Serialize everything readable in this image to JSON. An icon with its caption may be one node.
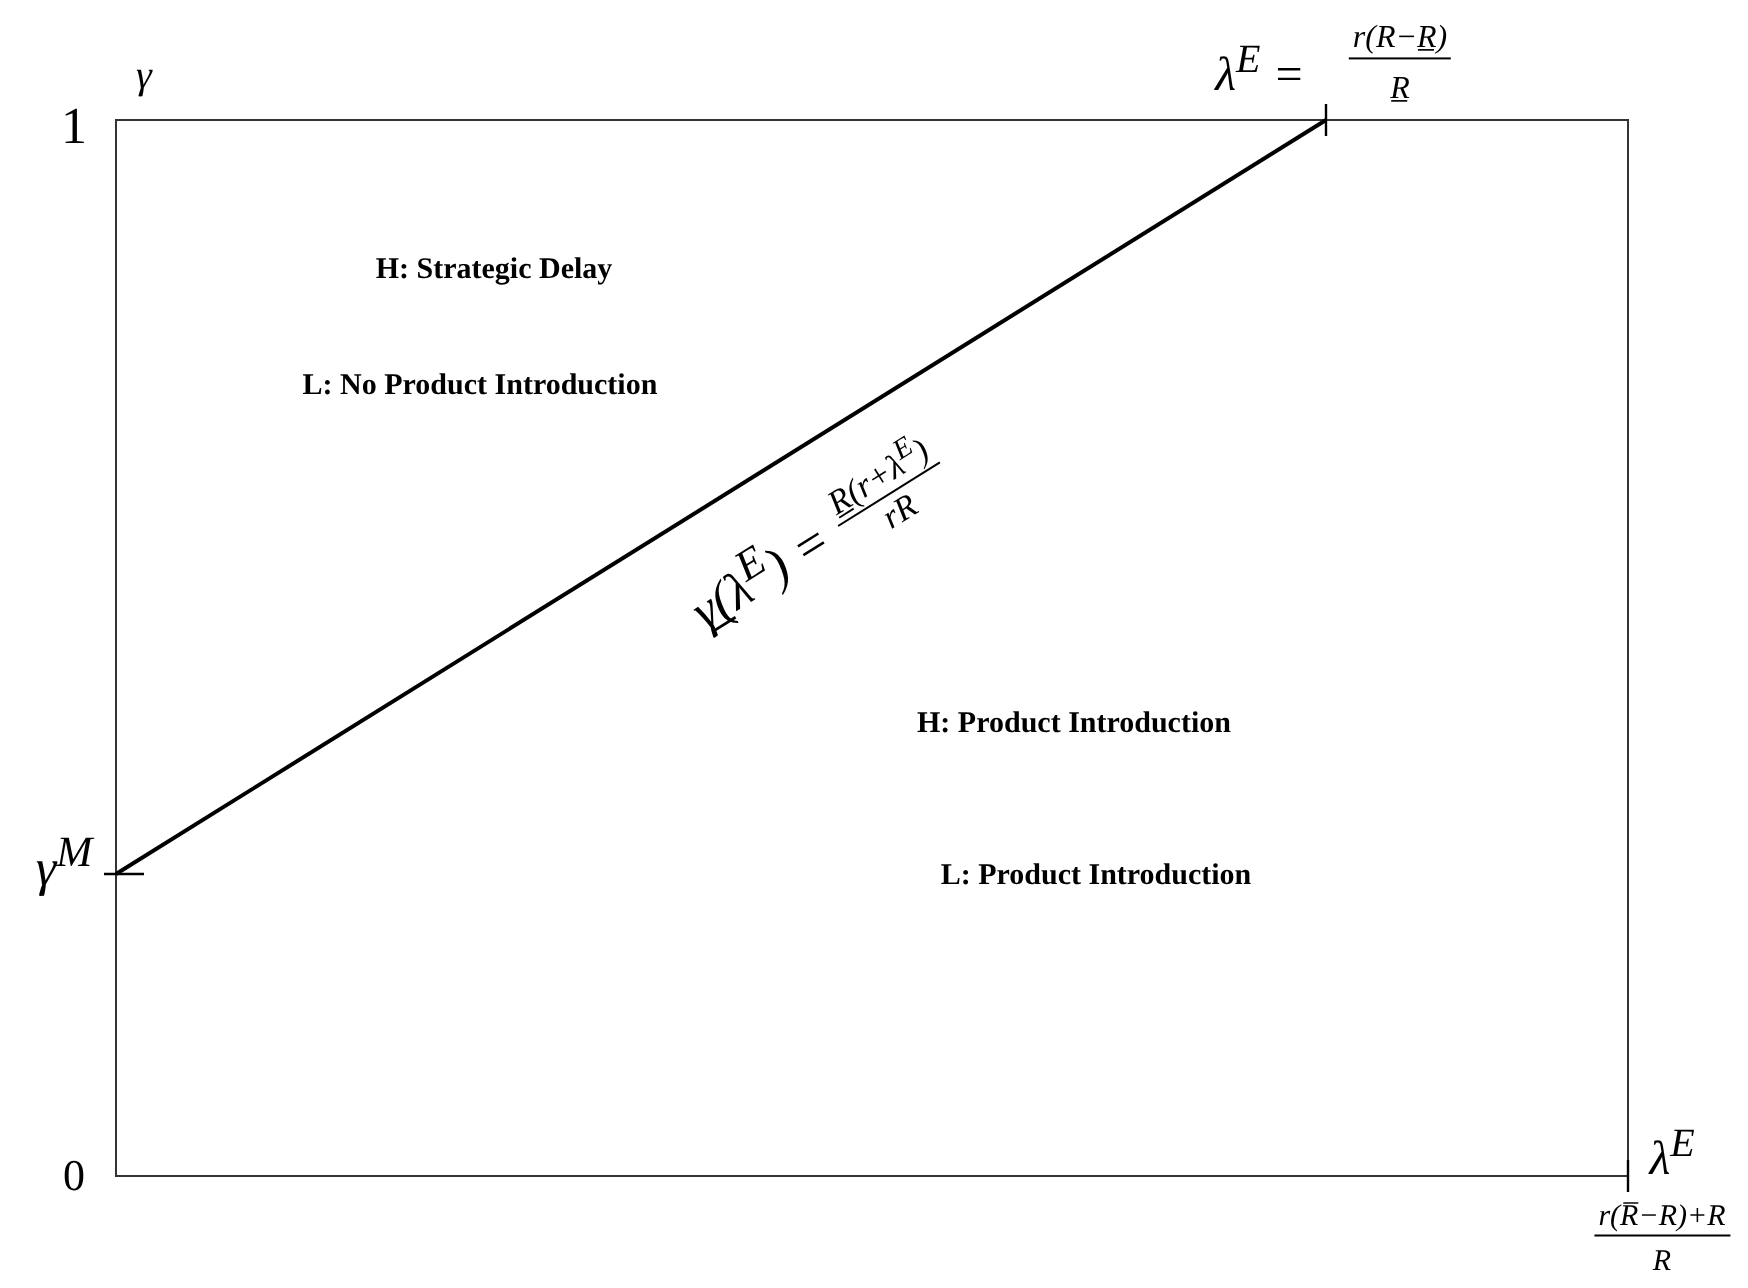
{
  "diagram": {
    "labels": [
      "λ$^{E}$ =",
      "r(R−R̲)",
      "R̲",
      "1",
      "γ",
      "H: Strategic Delay",
      "L: No Product Introduction",
      "γ̲(λ$^{E}$) =",
      "R̲(r+λ$^{E}$)",
      "rR",
      "H: Product Introduction",
      "γ$^{M}$",
      "L: Product Introduction",
      "0",
      "λ$^{E}$",
      "r(R̅−R)+R",
      "R"
    ]
  }
}
